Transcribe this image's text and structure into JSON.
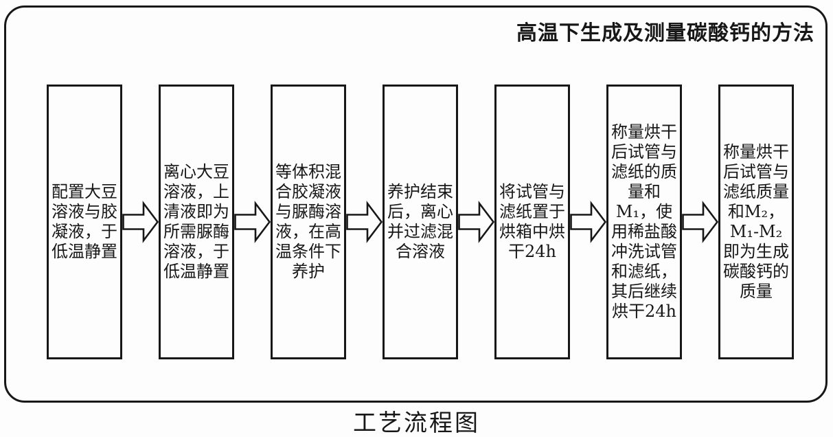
{
  "title": "高温下生成及测量碳酸钙的方法",
  "caption": "工艺流程图",
  "colors": {
    "ink": "#171717",
    "background": "#fdfdfd"
  },
  "flowchart": {
    "type": "process-flow",
    "direction": "left-to-right",
    "connector": "hollow-right-block-arrow",
    "steps": [
      {
        "label": "配置大豆溶液与胶凝液，于低温静置"
      },
      {
        "label": "离心大豆溶液，上清液即为所需脲酶溶液，于低温静置"
      },
      {
        "label": "等体积混合胶凝液与脲酶溶液，在高温条件下养护"
      },
      {
        "label": "养护结束后，离心并过滤混合溶液"
      },
      {
        "label": "将试管与滤纸置于烘箱中烘干24h"
      },
      {
        "label": "称量烘干后试管与滤纸的质量和M₁，使用稀盐酸冲洗试管和滤纸，其后继续烘干24h"
      },
      {
        "label": "称量烘干后试管与滤纸质量和M₂，M₁-M₂即为生成碳酸钙的质量"
      }
    ]
  }
}
